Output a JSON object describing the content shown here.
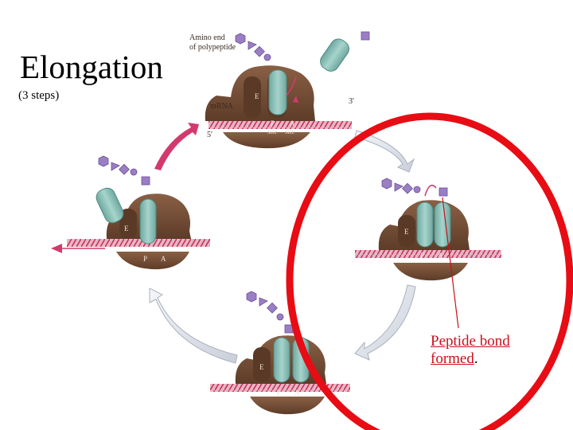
{
  "title": "Elongation",
  "subtitle": "(3 steps)",
  "labels": {
    "amino_end_1": "Amino end",
    "amino_end_2": "of polypeptide",
    "mrna": "mRNA",
    "three_prime": "3'",
    "five_prime": "5'",
    "e": "E",
    "p": "P",
    "a": "A",
    "site": "site"
  },
  "note": {
    "line1": "Peptide bond",
    "line2a": "formed",
    "line2b": "."
  },
  "colors": {
    "ribosome": "#7a5238",
    "trna": "#8fc4bc",
    "amino_acid": "#9b7fc4",
    "mrna": "#d23a6e",
    "highlight": "#e80c14",
    "cycle_arrow": "#e3e7ee"
  }
}
